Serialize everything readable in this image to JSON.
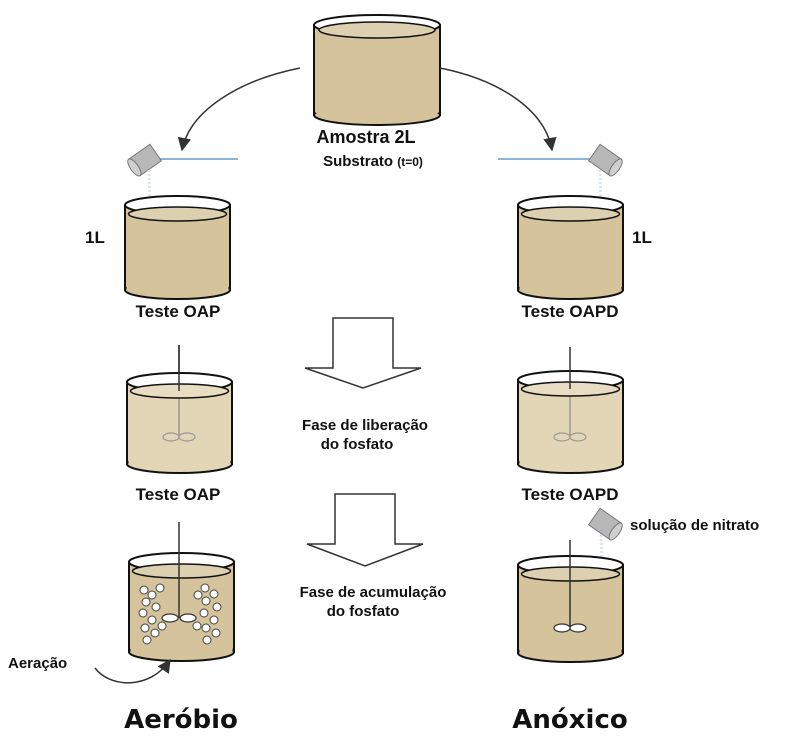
{
  "top_sample": {
    "title": "Amostra  2L",
    "subtitle_main": "Substrato ",
    "subtitle_time": "(t=0)"
  },
  "left_column": {
    "volume": "1L",
    "test_label_1": "Teste OAP",
    "test_label_2": "Teste OAP",
    "aeration_label": "Aeração",
    "footer": "Aeróbio"
  },
  "right_column": {
    "volume": "1L",
    "test_label_1": "Teste OAPD",
    "test_label_2": "Teste OAPD",
    "nitrate_label": "solução de nitrato",
    "footer": "Anóxico"
  },
  "phases": {
    "release_line1": "Fase de liberação",
    "release_line2": "do fosfato",
    "accumulation_line1": "Fase de acumulação",
    "accumulation_line2": "do fosfato"
  },
  "colors": {
    "liquid": "#d4c39b",
    "liquid_light": "#e3d6b6",
    "liquid_top": "#ddd0b0",
    "outline": "#111111",
    "pipe": "#8eb4dc",
    "bottle": "#b8b8b8"
  }
}
